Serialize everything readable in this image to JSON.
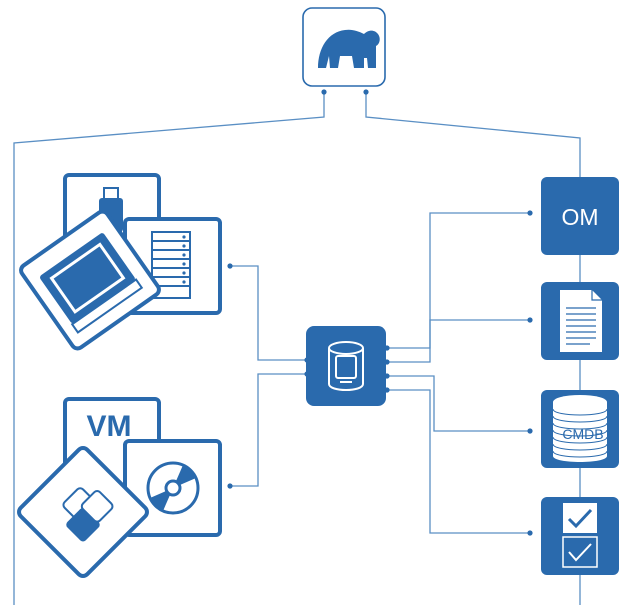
{
  "diagram": {
    "colors": {
      "primary": "#2a6aad",
      "line": "#5a8fc4",
      "white": "#ffffff"
    },
    "nodes": {
      "top": {
        "icon": "elephant-icon"
      },
      "center": {
        "icon": "database-appliance-icon"
      },
      "physical_group": {
        "icons": [
          "usb-drive-icon",
          "laptop-icon",
          "server-rack-icon"
        ]
      },
      "virtual_group": {
        "label": "VM",
        "icons": [
          "virtual-cubes-icon",
          "disc-icon"
        ]
      },
      "om": {
        "label": "OM"
      },
      "document": {
        "icon": "document-icon"
      },
      "cmdb": {
        "label": "CMDB",
        "icon": "database-stack-icon"
      },
      "checklist": {
        "icon": "checklist-icon"
      }
    }
  }
}
